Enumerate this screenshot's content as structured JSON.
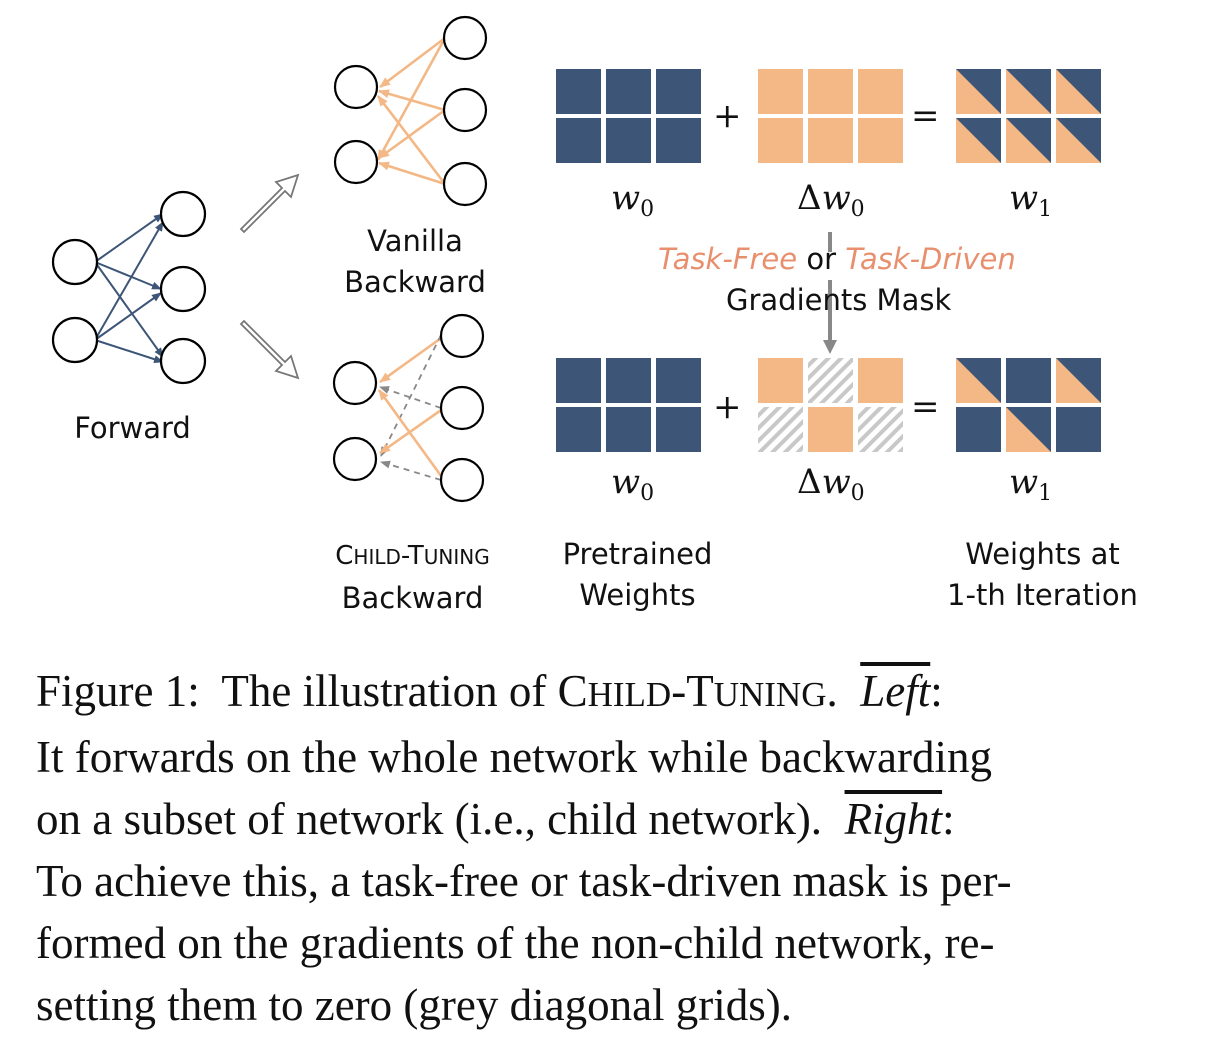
{
  "labels": {
    "forward": "Forward",
    "vanilla_line1": "Vanilla",
    "vanilla_line2": "Backward",
    "child_tuning_line2": "Backward",
    "pretrained_line1": "Pretrained",
    "pretrained_line2": "Weights",
    "weights_at_line1": "Weights at",
    "weights_at_line2": "1-th Iteration"
  },
  "child_tuning_name": {
    "C": "C",
    "hild": "HILD",
    "dash": "-",
    "T": "T",
    "uning": "UNING"
  },
  "math": {
    "w": "w",
    "sub0": "0",
    "sub1": "1",
    "delta": "Δ",
    "plus": "+",
    "equals": "="
  },
  "mask_label": {
    "task_free": "Task-Free",
    "or": " or ",
    "task_driven": "Task-Driven",
    "line2": "Gradients Mask"
  },
  "colors": {
    "navy": "#3d5677",
    "orange": "#f3b885",
    "orange_text": "#e8906e",
    "hatch_grey": "#c8c8c8",
    "arrow_grey": "#888888"
  },
  "caption": {
    "line1_a": "Figure 1:  The illustration of ",
    "line1_sc_C": "C",
    "line1_sc_HILD": "HILD",
    "line1_sc_dash": "-",
    "line1_sc_T": "T",
    "line1_sc_UNING": "UNING",
    "line1_b": ".  ",
    "left": "Left",
    "colon1": ":",
    "line2": "It forwards on the whole network while backwarding",
    "line3_a": "on a subset of network (i.e., child network).  ",
    "right": "Right",
    "colon2": ":",
    "line4": "To achieve this, a task-free or task-driven mask is per-",
    "line5": "formed on the gradients of the non-child network, re-",
    "line6": "setting them to zero (grey diagonal grids)."
  }
}
